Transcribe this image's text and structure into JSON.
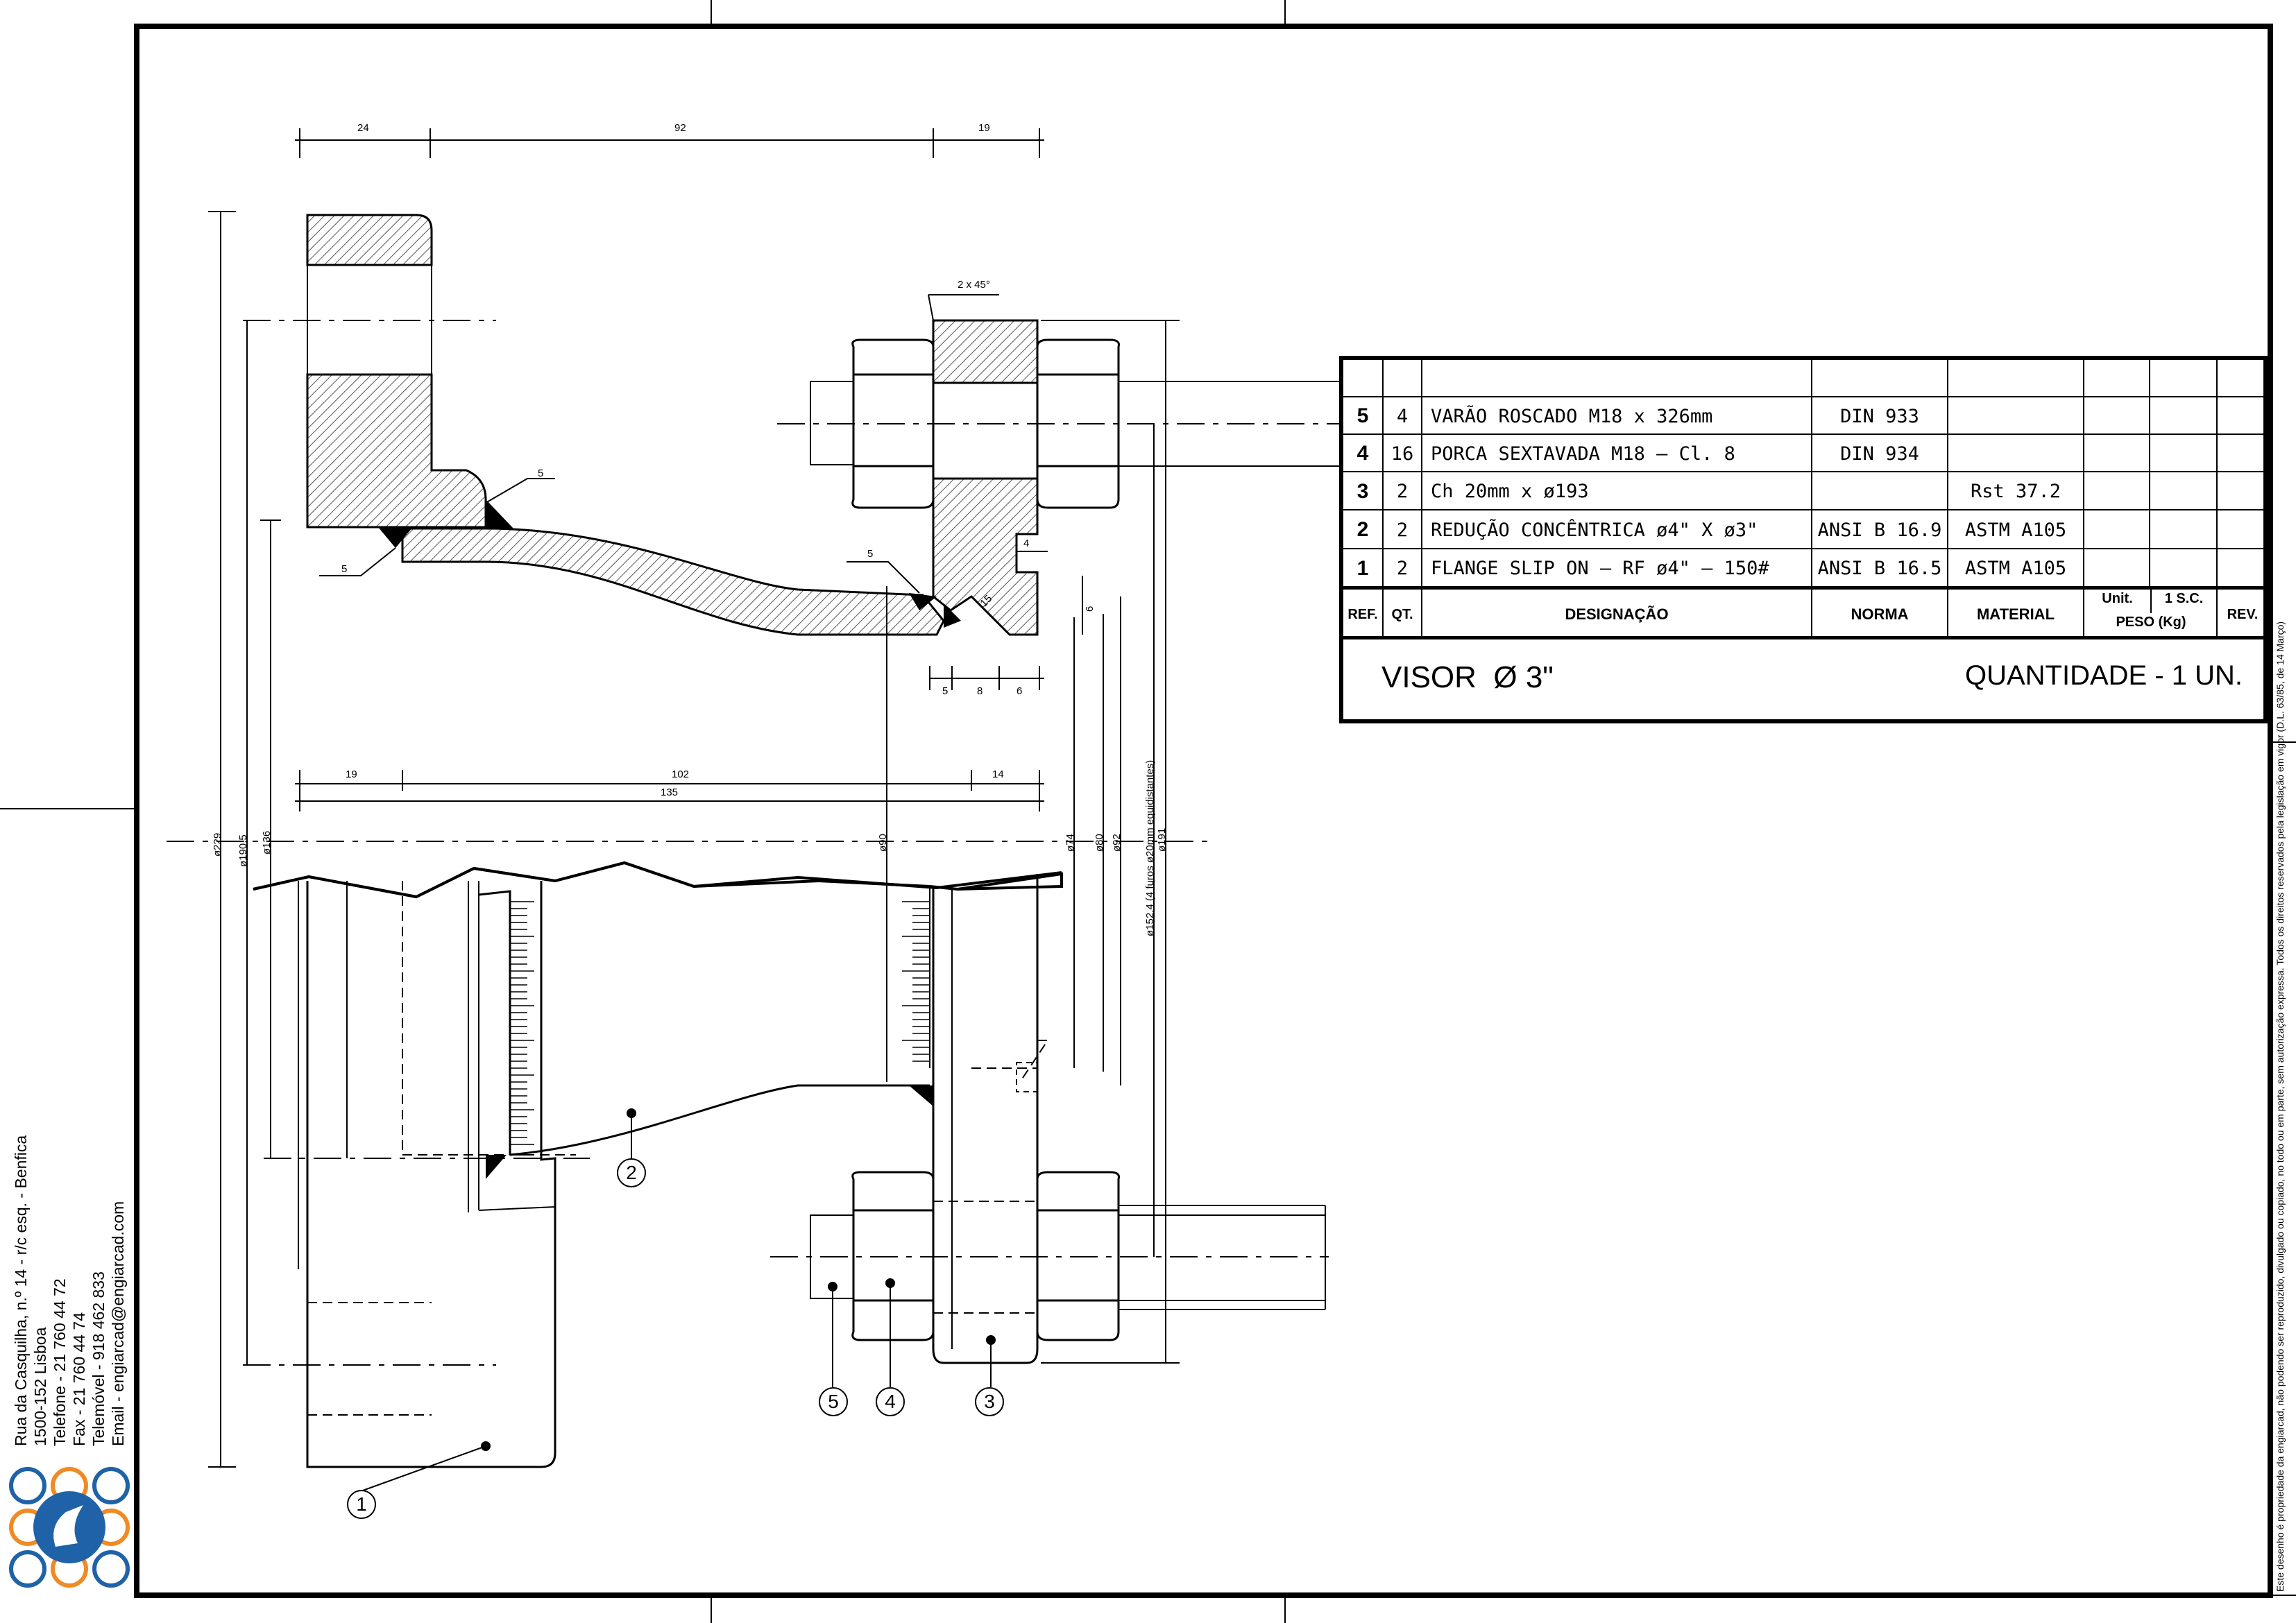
{
  "company": {
    "address_line1": "Rua da Casquilha, n.º 14 - r/c esq. - Benfica",
    "address_line2": "1500-152 Lisboa",
    "phone": "Telefone - 21 760 44 72",
    "fax": "Fax - 21 760 44 74",
    "mobile": "Telemóvel - 918 462 833",
    "email": "Email - engiarcad@engiarcad.com"
  },
  "copyright": "Este desenho é propriedade da engiarcad, não podendo ser reproduzido, divulgado ou copiado, no todo ou em parte, sem autorização expressa. Todos os direitos reservados pela legislação em vigor (D.L. 63/85, de 14 Março)",
  "parts_list": {
    "headers": {
      "ref": "REF.",
      "qty": "QT.",
      "designation": "DESIGNAÇÃO",
      "norm": "NORMA",
      "material": "MATERIAL",
      "unit": "Unit.",
      "sc": "1 S.C.",
      "weight": "PESO (Kg)",
      "rev": "REV."
    },
    "rows": [
      {
        "ref": "5",
        "qty": "4",
        "designation": "VARÃO ROSCADO M18 x 326mm",
        "norm": "DIN 933",
        "material": ""
      },
      {
        "ref": "4",
        "qty": "16",
        "designation": "PORCA SEXTAVADA M18 – Cl. 8",
        "norm": "DIN 934",
        "material": ""
      },
      {
        "ref": "3",
        "qty": "2",
        "designation": "Ch 20mm x ø193",
        "norm": "",
        "material": "Rst 37.2"
      },
      {
        "ref": "2",
        "qty": "2",
        "designation": "REDUÇÃO CONCÊNTRICA ø4\" X ø3\"",
        "norm": "ANSI B 16.9",
        "material": "ASTM A105"
      },
      {
        "ref": "1",
        "qty": "2",
        "designation": "FLANGE SLIP ON – RF ø4\" – 150#",
        "norm": "ANSI B 16.5",
        "material": "ASTM A105"
      }
    ]
  },
  "title_block": {
    "title": "VISOR  Ø 3\"",
    "quantity": "QUANTIDADE - 1 UN."
  },
  "drawing": {
    "dims_top": [
      "24",
      "92",
      "19"
    ],
    "chamfer": "2 x 45°",
    "weld_5a": "5",
    "weld_5b": "5",
    "weld_5c": "5",
    "dim_4": "4",
    "dim_6": "6",
    "dim_15": "15",
    "dims_mid": [
      "5",
      "8",
      "6"
    ],
    "dims_row1": [
      "19",
      "102",
      "14"
    ],
    "dim_135": "135",
    "dims_vert": [
      "ø229",
      "ø190.5",
      "ø136",
      "ø90",
      "ø74",
      "ø80",
      "ø92",
      "ø152.4  (4 furos ø20mm equidistantes)",
      "ø191"
    ],
    "callouts": [
      "1",
      "2",
      "3",
      "4",
      "5"
    ]
  },
  "colors": {
    "line": "#000000",
    "hatch": "#555555",
    "orange": "#f08a24",
    "blue": "#1f62a8"
  }
}
